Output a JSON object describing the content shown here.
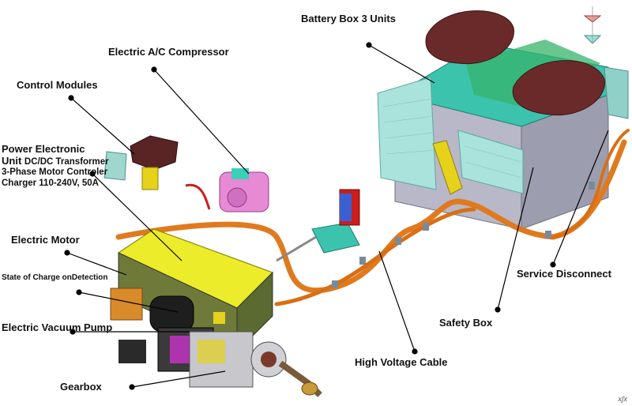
{
  "labels": {
    "battery_box": "Battery Box 3 Units",
    "ac_compressor": "Electric A/C Compressor",
    "control_modules": "Control Modules",
    "pe_unit_line1": "Power Electronic",
    "pe_unit_line2_main": "Unit",
    "pe_unit_line2_sub": "DC/DC Transformer",
    "pe_unit_line3": "3-Phase Motor Controler",
    "pe_unit_line4": "Charger 110-240V, 50A",
    "electric_motor": "Electric Motor",
    "state_of_charge": "State of Charge onDetection",
    "vacuum_pump": "Electric Vacuum Pump",
    "gearbox": "Gearbox",
    "high_voltage_cable": "High Voltage Cable",
    "safety_box": "Safety Box",
    "service_disconnect": "Service Disconnect"
  },
  "axis_triad": "xʃx",
  "colors": {
    "battery_body": "#b8b8c8",
    "battery_cover": "#2fb3a0",
    "battery_dome": "#6b2a2a",
    "cable": "#e07a1e",
    "motor_yellow": "#ecec2a",
    "compressor": "#e889d6",
    "cooling_panel": "#a9e3dc",
    "safety_yellow": "#e6d21a"
  }
}
